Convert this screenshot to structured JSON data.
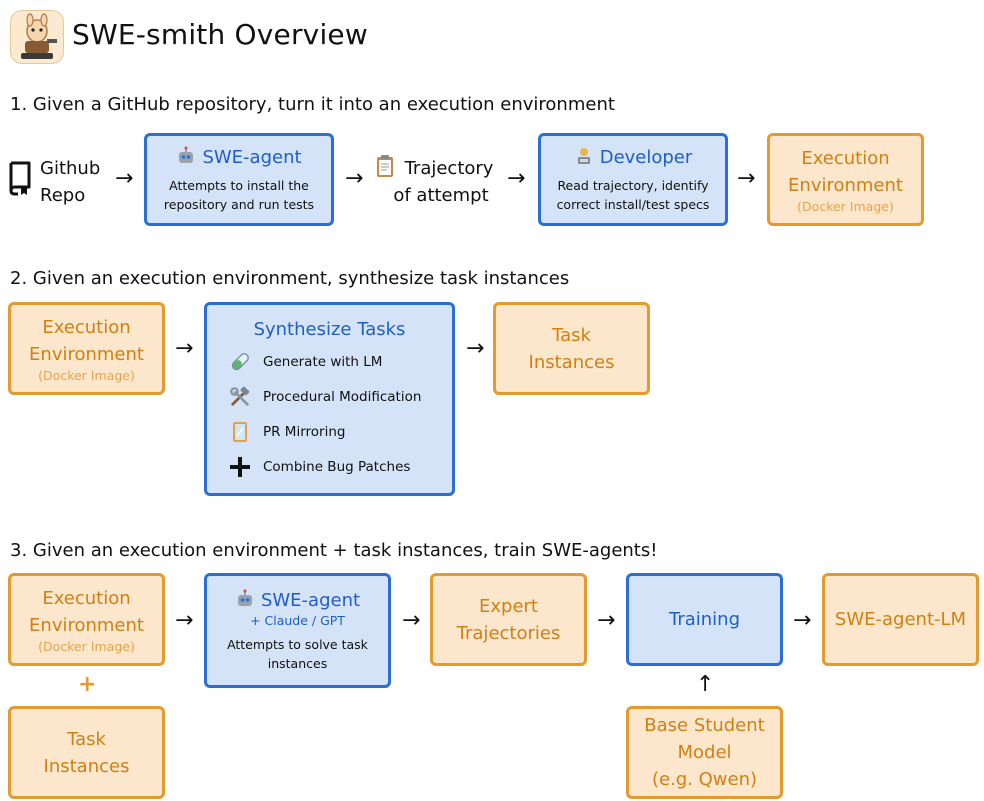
{
  "header": {
    "title": "SWE-smith Overview"
  },
  "section1": {
    "heading": "1. Given a GitHub repository, turn it into an execution environment",
    "repo_label_1": "Github",
    "repo_label_2": "Repo",
    "sweagent_title": "SWE-agent",
    "sweagent_desc_1": "Attempts to install the",
    "sweagent_desc_2": "repository and run tests",
    "trajectory_1": "Trajectory",
    "trajectory_2": "of attempt",
    "developer_title": "Developer",
    "developer_desc_1": "Read trajectory, identify",
    "developer_desc_2": "correct install/test specs",
    "env_1": "Execution",
    "env_2": "Environment",
    "env_sub": "(Docker Image)"
  },
  "section2": {
    "heading": "2. Given an execution environment, synthesize task instances",
    "env_1": "Execution",
    "env_2": "Environment",
    "env_sub": "(Docker Image)",
    "synth_title": "Synthesize Tasks",
    "items": [
      "Generate with LM",
      "Procedural Modification",
      "PR Mirroring",
      "Combine Bug Patches"
    ],
    "task_1": "Task",
    "task_2": "Instances"
  },
  "section3": {
    "heading": "3. Given an execution environment + task instances, train SWE-agents!",
    "env_1": "Execution",
    "env_2": "Environment",
    "env_sub": "(Docker Image)",
    "plus": "+",
    "task_1": "Task",
    "task_2": "Instances",
    "sweagent_title": "SWE-agent",
    "sweagent_models": "+ Claude / GPT",
    "sweagent_desc_1": "Attempts to solve task",
    "sweagent_desc_2": "instances",
    "expert_1": "Expert",
    "expert_2": "Trajectories",
    "training": "Training",
    "lm": "SWE-agent-LM",
    "base_1": "Base Student",
    "base_2": "Model",
    "base_3": "(e.g. Qwen)"
  },
  "arrows": {
    "right": "→",
    "up": "↑"
  }
}
